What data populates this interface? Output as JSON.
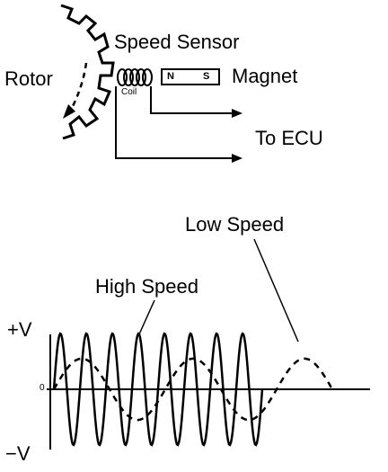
{
  "labels": {
    "rotor": "Rotor",
    "speed_sensor": "Speed Sensor",
    "coil": "Coil",
    "magnet": "Magnet",
    "magnet_n": "N",
    "magnet_s": "S",
    "to_ecu": "To ECU",
    "low_speed": "Low Speed",
    "high_speed": "High Speed",
    "plus_v": "+V",
    "minus_v": "−V",
    "zero": "0"
  },
  "waveforms": {
    "high_speed": {
      "cycles": 8,
      "amplitude": 1.0,
      "line": "solid"
    },
    "low_speed": {
      "cycles": 2.5,
      "amplitude": 0.55,
      "line": "dashed"
    }
  }
}
